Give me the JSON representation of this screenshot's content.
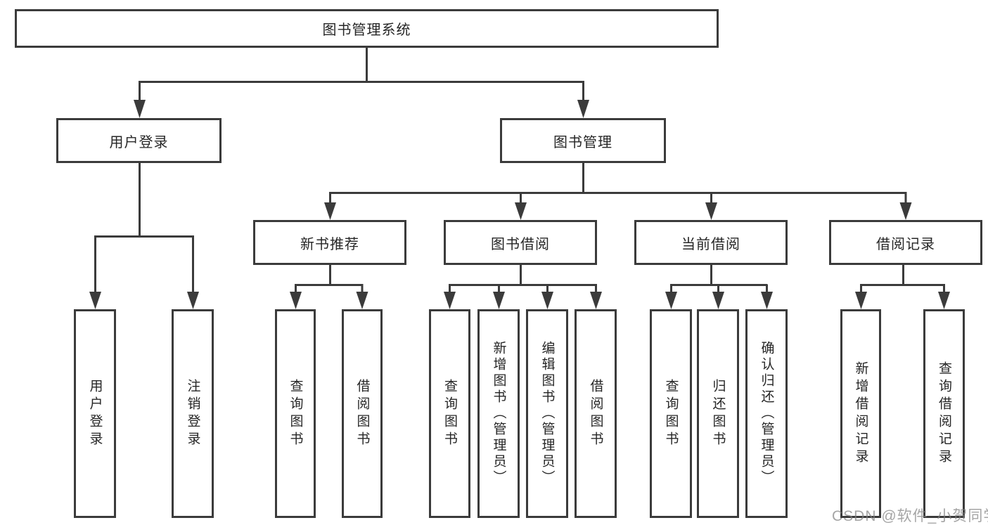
{
  "tree": {
    "root": {
      "label": "图书管理系统",
      "children": [
        {
          "label": "用户登录",
          "children": [
            {
              "label": "用户登录"
            },
            {
              "label": "注销登录"
            }
          ]
        },
        {
          "label": "图书管理",
          "children": [
            {
              "label": "新书推荐",
              "children": [
                {
                  "label": "查询图书"
                },
                {
                  "label": "借阅图书"
                }
              ]
            },
            {
              "label": "图书借阅",
              "children": [
                {
                  "label": "查询图书"
                },
                {
                  "label": "新增图书（管理员）"
                },
                {
                  "label": "编辑图书（管理员）"
                },
                {
                  "label": "借阅图书"
                }
              ]
            },
            {
              "label": "当前借阅",
              "children": [
                {
                  "label": "查询图书"
                },
                {
                  "label": "归还图书"
                },
                {
                  "label": "确认归还（管理员）"
                }
              ]
            },
            {
              "label": "借阅记录",
              "children": [
                {
                  "label": "新增借阅记录"
                },
                {
                  "label": "查询借阅记录"
                }
              ]
            }
          ]
        }
      ]
    }
  },
  "watermark": {
    "text": "CSDN @软件_小贺同学"
  },
  "colors": {
    "line": "#3b3b3b",
    "box_border": "#3b3b3b",
    "text": "#262626",
    "background": "#ffffff",
    "watermark": "#828282"
  }
}
